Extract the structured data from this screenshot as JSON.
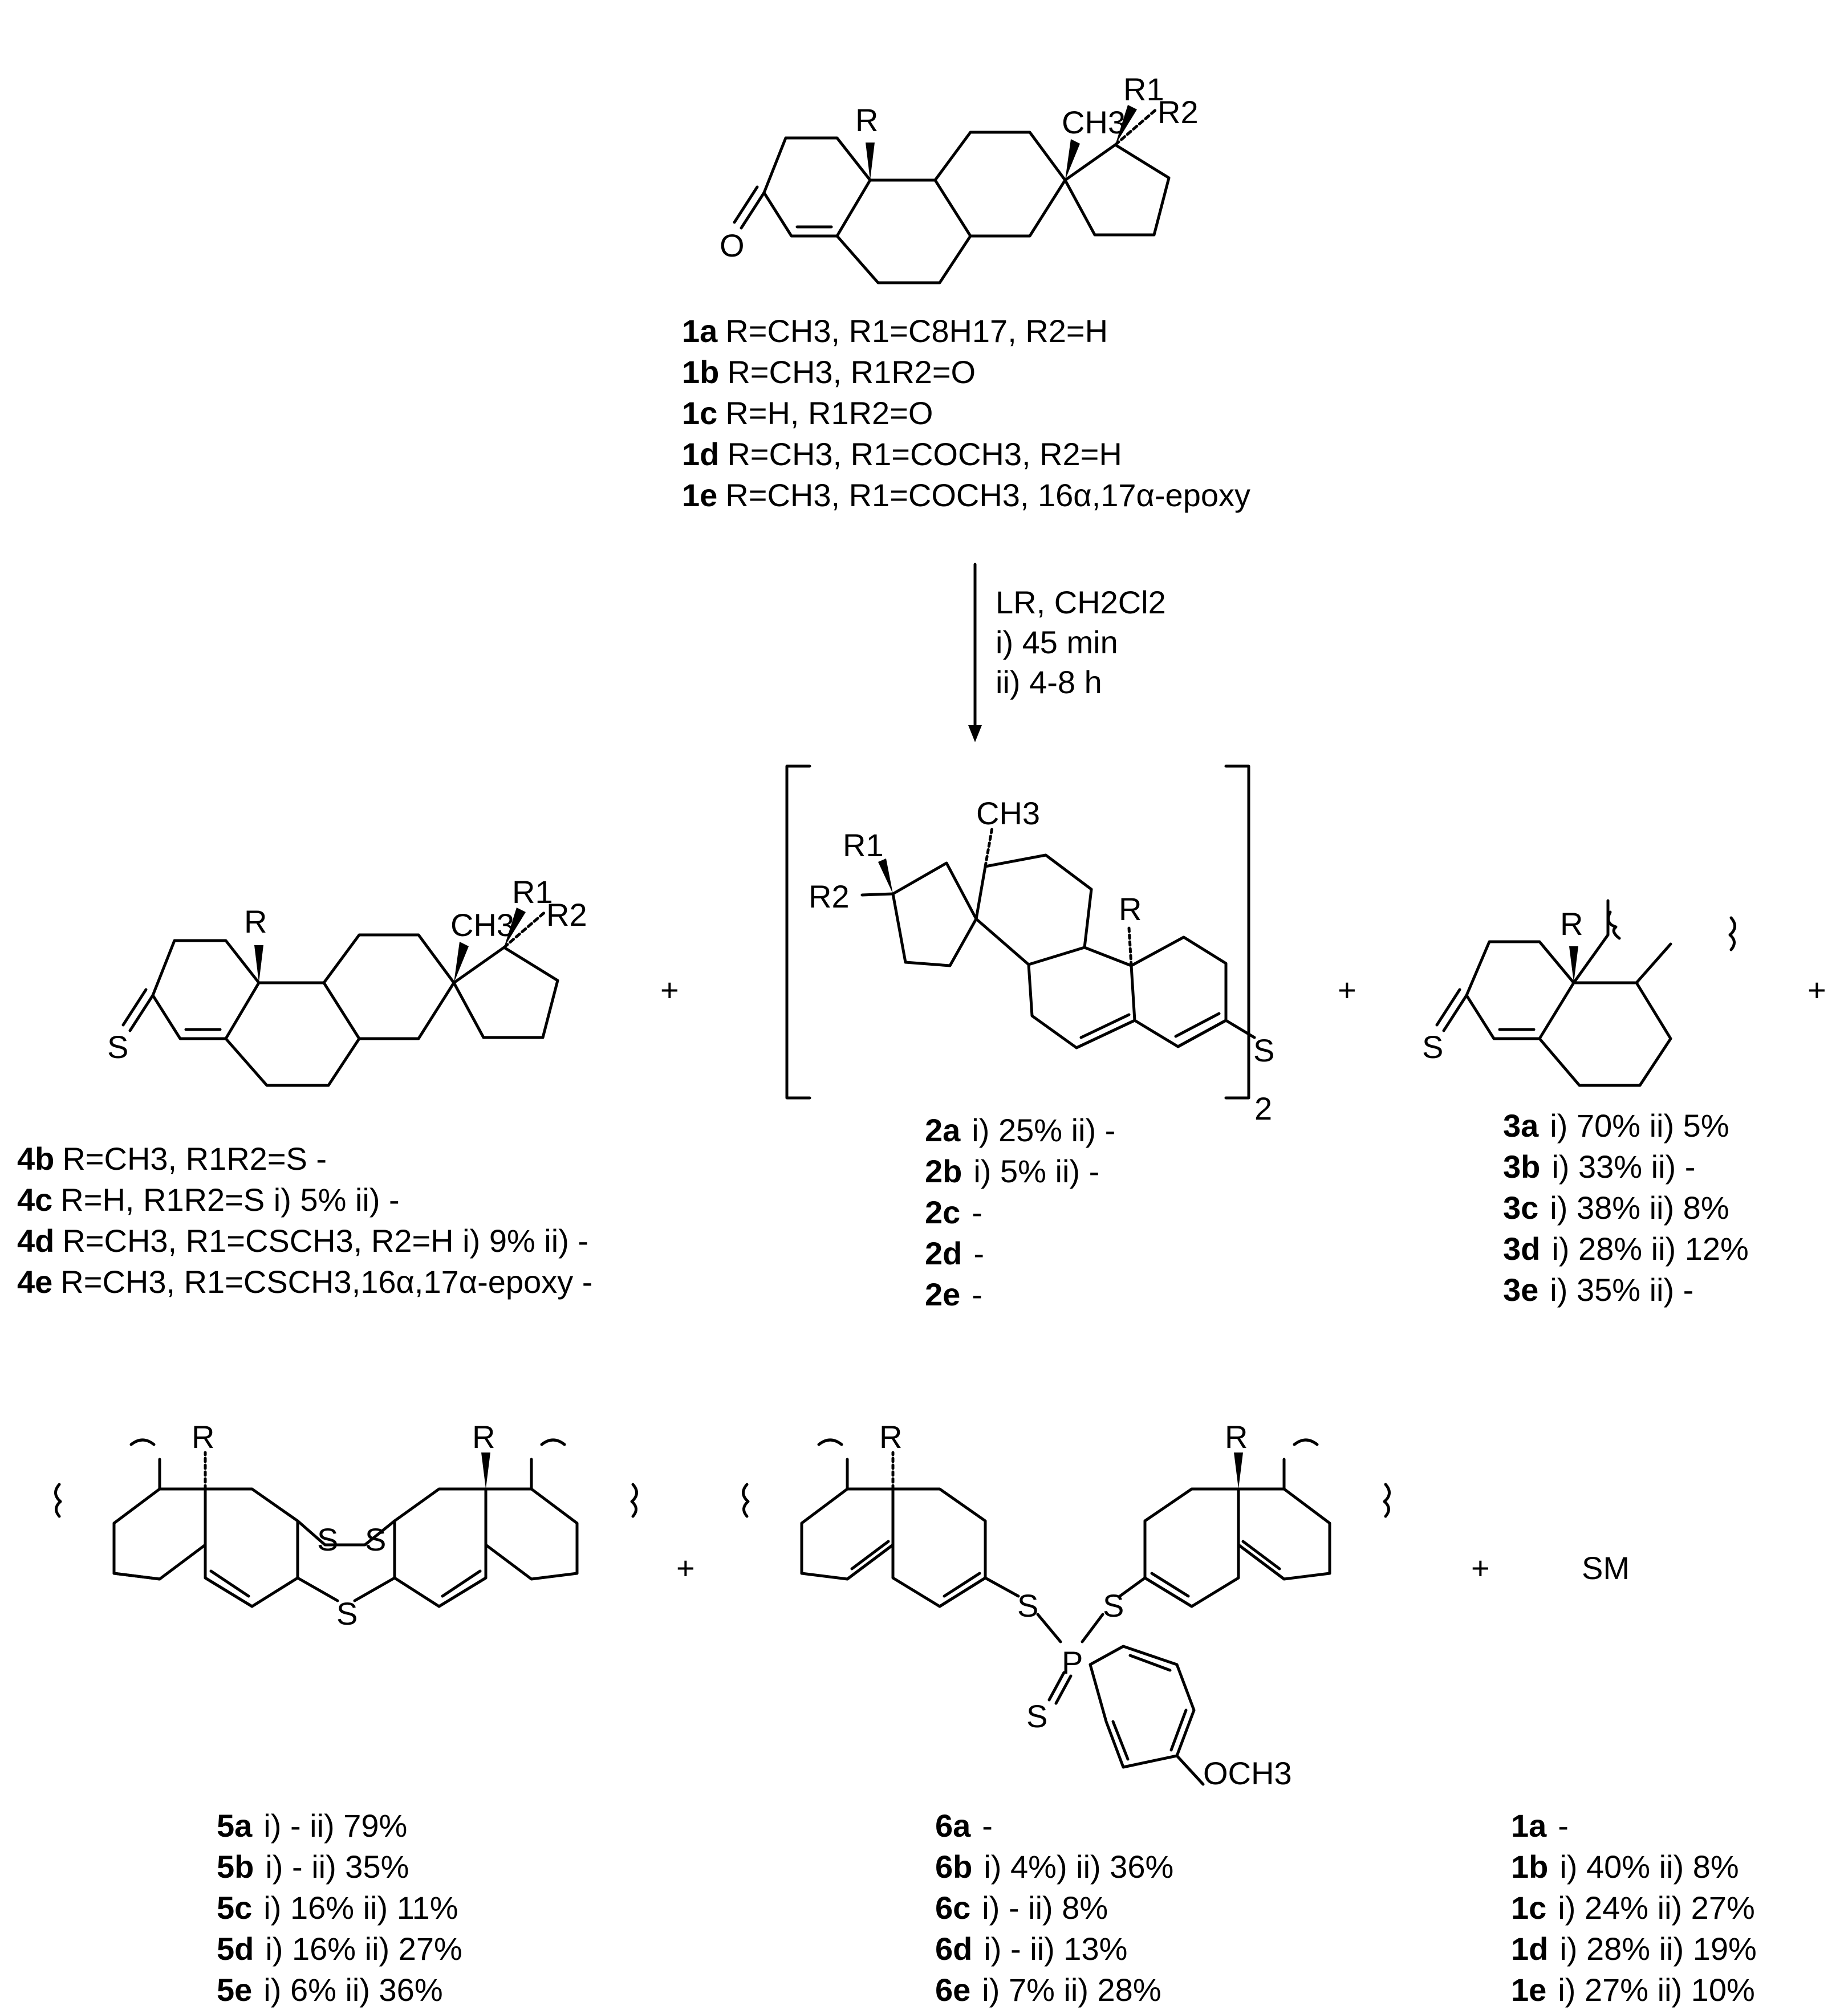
{
  "starting_material": {
    "atoms": {
      "R": "R",
      "CH3": "CH3",
      "R1": "R1",
      "R2": "R2",
      "O": "O"
    },
    "variants": [
      {
        "id": "1a",
        "text": "R=CH3, R1=C8H17, R2=H"
      },
      {
        "id": "1b",
        "text": "R=CH3, R1R2=O"
      },
      {
        "id": "1c",
        "text": "R=H, R1R2=O"
      },
      {
        "id": "1d",
        "text": "R=CH3, R1=COCH3, R2=H"
      },
      {
        "id": "1e",
        "text": "R=CH3, R1=COCH3, 16α,17α-epoxy"
      }
    ]
  },
  "conditions": {
    "line1": "LR, CH2Cl2",
    "line2": "i) 45 min",
    "line3": "ii) 4-8 h"
  },
  "products": {
    "p4": {
      "atoms": {
        "R": "R",
        "CH3": "CH3",
        "R1": "R1",
        "R2": "R2",
        "S": "S"
      },
      "rows": [
        {
          "id": "4b",
          "text": "R=CH3, R1R2=S    -"
        },
        {
          "id": "4c",
          "text": "R=H,     R1R2=S  i) 5%  ii) -"
        },
        {
          "id": "4d",
          "text": "R=CH3, R1=CSCH3, R2=H  i) 9%  ii) -"
        },
        {
          "id": "4e",
          "text": "R=CH3, R1=CSCH3,16α,17α-epoxy -"
        }
      ]
    },
    "p2": {
      "atoms": {
        "R": "R",
        "CH3": "CH3",
        "R1": "R1",
        "R2": "R2",
        "S": "S",
        "n": "2"
      },
      "rows": [
        {
          "id": "2a",
          "text": "i) 25%   ii) -"
        },
        {
          "id": "2b",
          "text": "i)  5%   ii) -"
        },
        {
          "id": "2c",
          "text": "-"
        },
        {
          "id": "2d",
          "text": "-"
        },
        {
          "id": "2e",
          "text": "-"
        }
      ]
    },
    "p3": {
      "atoms": {
        "R": "R",
        "S": "S"
      },
      "rows": [
        {
          "id": "3a",
          "text": "i) 70%   ii)   5%"
        },
        {
          "id": "3b",
          "text": "i) 33%   ii)   -"
        },
        {
          "id": "3c",
          "text": "i) 38%   ii)   8%"
        },
        {
          "id": "3d",
          "text": "i) 28%   ii) 12%"
        },
        {
          "id": "3e",
          "text": "i) 35%   ii)   -"
        }
      ]
    },
    "p5": {
      "atoms": {
        "R": "R",
        "S": "S"
      },
      "rows": [
        {
          "id": "5a",
          "text": "i)    -      ii) 79%"
        },
        {
          "id": "5b",
          "text": "i)    -      ii) 35%"
        },
        {
          "id": "5c",
          "text": "i) 16%   ii) 11%"
        },
        {
          "id": "5d",
          "text": "i) 16%   ii) 27%"
        },
        {
          "id": "5e",
          "text": "i)   6%   ii) 36%"
        }
      ]
    },
    "p6": {
      "atoms": {
        "R": "R",
        "S": "S",
        "P": "P",
        "OCH3": "OCH3"
      },
      "rows": [
        {
          "id": "6a",
          "text": "-"
        },
        {
          "id": "6b",
          "text": "i) 4%)  ii) 36%"
        },
        {
          "id": "6c",
          "text": "i)    -      ii)   8%"
        },
        {
          "id": "6d",
          "text": "i)    -      ii) 13%"
        },
        {
          "id": "6e",
          "text": "i) 7%    ii) 28%"
        }
      ]
    },
    "sm": {
      "label": "SM",
      "rows": [
        {
          "id": "1a",
          "text": "-"
        },
        {
          "id": "1b",
          "text": "i) 40%   ii)  8%"
        },
        {
          "id": "1c",
          "text": "i) 24%   ii) 27%"
        },
        {
          "id": "1d",
          "text": "i) 28%   ii) 19%"
        },
        {
          "id": "1e",
          "text": "i) 27%   ii) 10%"
        }
      ]
    }
  },
  "plus_sign": "+"
}
